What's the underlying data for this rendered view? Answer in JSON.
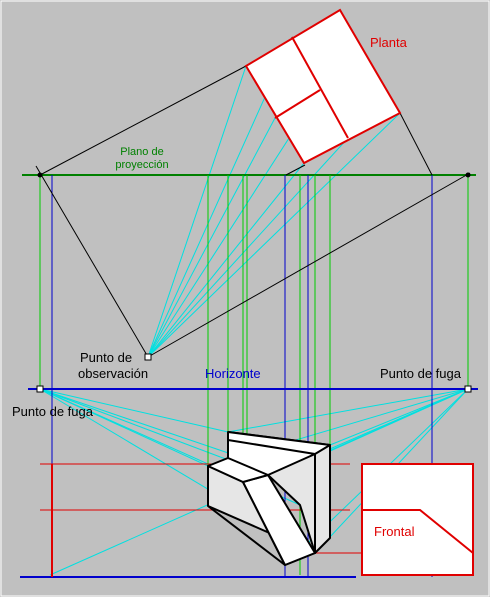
{
  "labels": {
    "planta": "Planta",
    "plano_line1": "Plano de",
    "plano_line2": "proyección",
    "punto_obs_line1": "Punto de",
    "punto_obs_line2": "observación",
    "horizonte": "Horizonte",
    "punto_fuga_right": "Punto de fuga",
    "punto_fuga_left": "Punto de fuga",
    "frontal": "Frontal"
  },
  "colors": {
    "background": "#c0c0c0",
    "plan": "#e00000",
    "projection_plane": "#008000",
    "horizon": "#0000cc",
    "visual_rays": "#00e0e0",
    "vertical_projectors": "#00cc00",
    "ground_line": "#0000cc",
    "object_edges": "#000000",
    "object_shade": "#e6e6e6"
  }
}
